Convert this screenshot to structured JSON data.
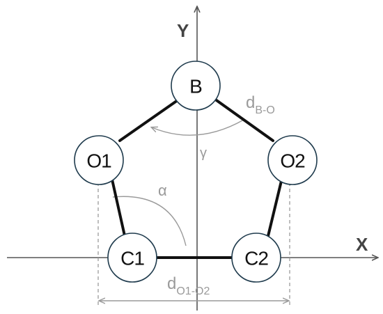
{
  "axes": {
    "x_label": "X",
    "y_label": "Y"
  },
  "nodes": [
    {
      "id": "B",
      "label": "B"
    },
    {
      "id": "O1",
      "label": "O1"
    },
    {
      "id": "O2",
      "label": "O2"
    },
    {
      "id": "C1",
      "label": "C1"
    },
    {
      "id": "C2",
      "label": "C2"
    }
  ],
  "angles": {
    "gamma": "γ",
    "alpha": "α"
  },
  "distances": {
    "b_o": {
      "main": "d",
      "sub": "B-O"
    },
    "o1_o2": {
      "main": "d",
      "sub": "O1-O2"
    }
  },
  "colors": {
    "bond": "#111111",
    "axis": "#555555",
    "guide": "#9a9a9a",
    "node_border": "#1f3b4d"
  }
}
